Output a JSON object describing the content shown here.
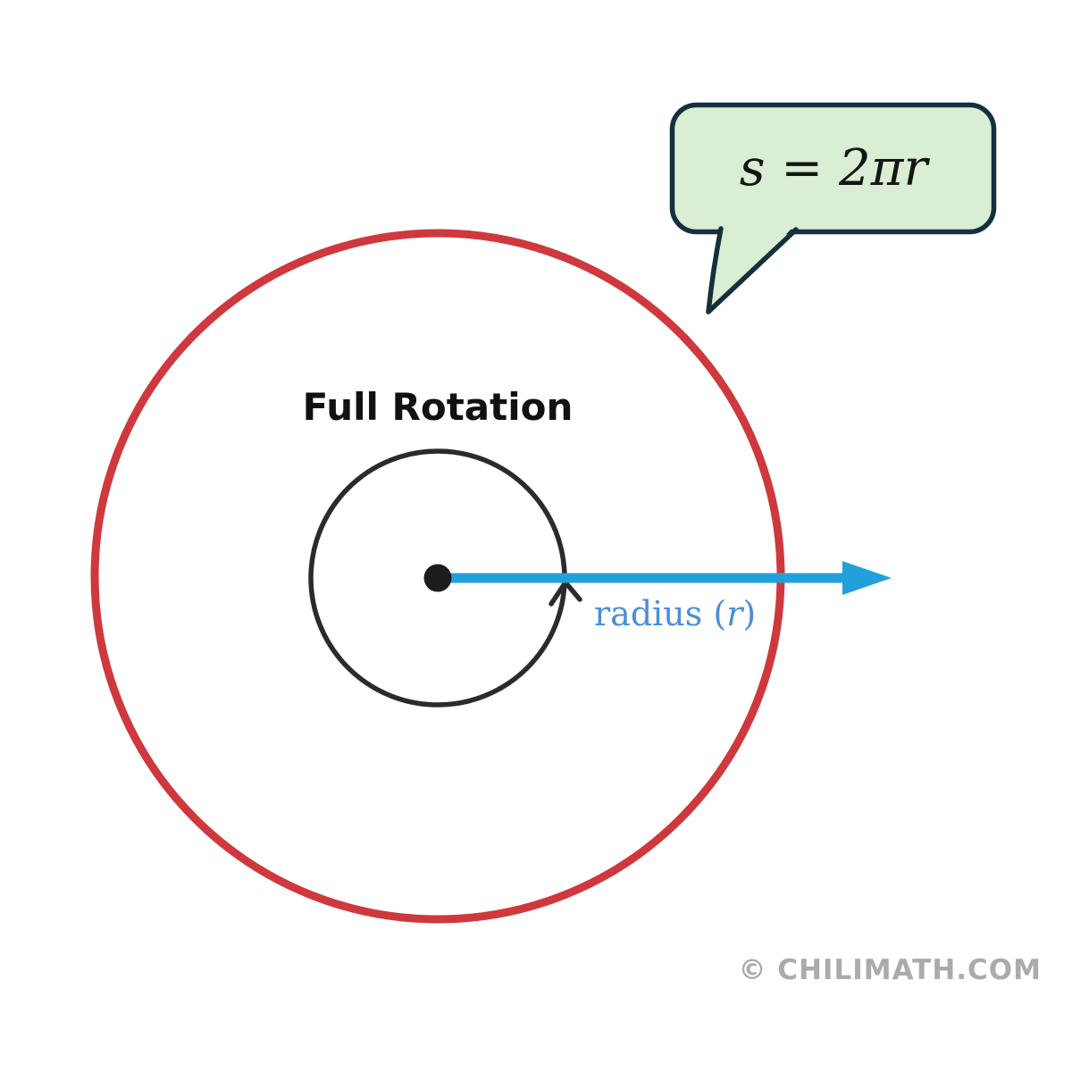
{
  "canvas": {
    "background": "#ffffff"
  },
  "callout": {
    "formula": "s = 2πr",
    "fill": "#d9eed2",
    "border": "#15303d"
  },
  "labels": {
    "full_rotation": "Full Rotation",
    "radius_word": "radius (",
    "radius_var": "r",
    "radius_close": ")",
    "watermark": "© CHILIMATH.COM"
  },
  "colors": {
    "outer_circle": "#cf383c",
    "rotation_circle": "#2b2b2b",
    "center_dot": "#1c1c1c",
    "radius_arrow": "#21a1db",
    "radius_label": "#4a8ed7",
    "full_rotation_label": "#111111",
    "formula_text": "#151515",
    "watermark": "#ababab"
  }
}
